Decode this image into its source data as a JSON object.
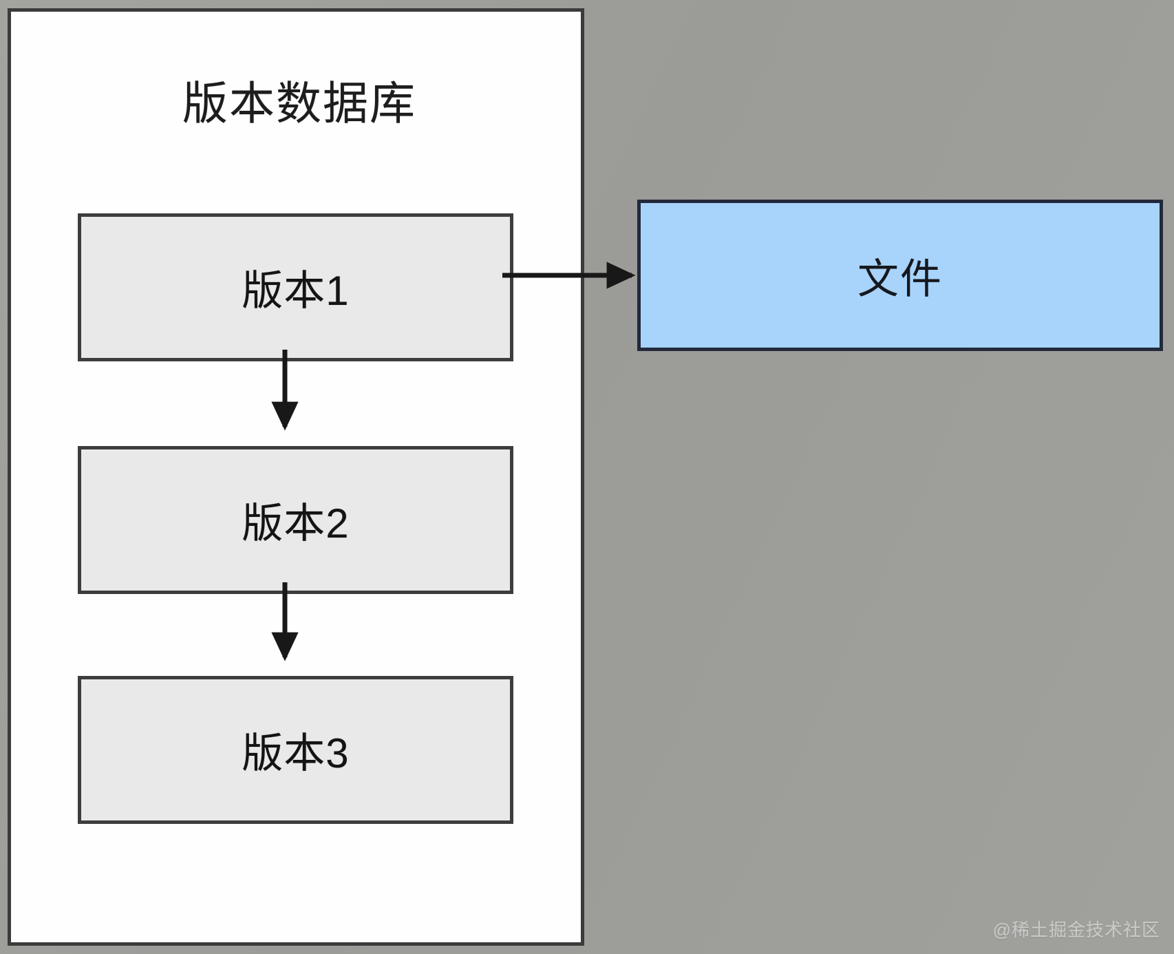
{
  "diagram": {
    "background_color": "#9e9e9b",
    "container": {
      "title": "版本数据库",
      "fill": "#fefefe",
      "border_color": "#3b3b3b",
      "nodes": [
        {
          "label": "版本1",
          "fill": "#e9e9e9",
          "border_color": "#3d3d3d"
        },
        {
          "label": "版本2",
          "fill": "#e9e9e9",
          "border_color": "#3d3d3d"
        },
        {
          "label": "版本3",
          "fill": "#e9e9e9",
          "border_color": "#3d3d3d"
        }
      ]
    },
    "file_node": {
      "label": "文件",
      "fill": "#a8d3fb",
      "border_color": "#22293a"
    },
    "edges": [
      {
        "from": "版本1",
        "to": "版本2",
        "direction": "down",
        "style": "solid-arrow"
      },
      {
        "from": "版本2",
        "to": "版本3",
        "direction": "down",
        "style": "solid-arrow"
      },
      {
        "from": "版本1",
        "to": "文件",
        "direction": "right",
        "style": "solid-arrow"
      }
    ],
    "arrow_color": "#181818"
  },
  "watermark": {
    "text": "@稀土掘金技术社区"
  }
}
